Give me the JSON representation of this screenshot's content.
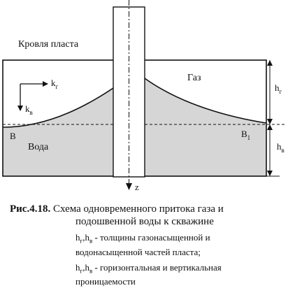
{
  "diagram": {
    "roof_label": "Кровля пласта",
    "gas_label": "Газ",
    "water_label": "Вода",
    "point_b": "B",
    "point_b1": {
      "base": "B",
      "sub": "1"
    },
    "axis_z": "z",
    "k_g": {
      "base": "k",
      "sub": "г"
    },
    "k_v": {
      "base": "k",
      "sub": "в"
    },
    "h_g": {
      "base": "h",
      "sub": "г"
    },
    "h_v": {
      "base": "h",
      "sub": "в"
    },
    "colors": {
      "water_fill": "#d6d6d6",
      "line": "#111111"
    }
  },
  "caption": {
    "number": "Рис.4.18.",
    "title_line1": "Схема одновременного притока газа и",
    "title_line2": "подошвенной воды к скважине",
    "legend1": {
      "h1": "h",
      "s1": "г",
      "sep": ",",
      "h2": "h",
      "s2": "в",
      "dash": " - ",
      "text1": "толщины газонасыщенной и",
      "text2": "водонасыщенной частей пласта;"
    },
    "legend2": {
      "h1": "h",
      "s1": "г",
      "sep": ",",
      "h2": "h",
      "s2": "в",
      "dash": " - ",
      "text1": "горизонтальная и вертикальная",
      "text2": "проницаемости"
    }
  }
}
